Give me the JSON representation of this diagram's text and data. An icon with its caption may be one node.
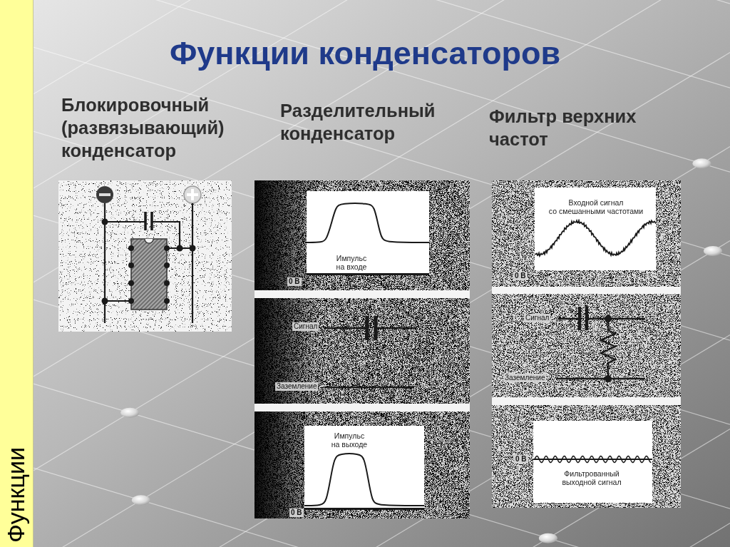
{
  "diagram": {
    "title": "Функции конденсаторов",
    "nodes": [
      {
        "text": [
          "Блокировочный (развязывающий) конденсатор"
        ]
      },
      {
        "text": [
          "Разделительный конденсатор"
        ]
      },
      {
        "text": [
          "Импульс на входе"
        ],
        "in": 1
      },
      {
        "text": [
          "Импульс на выходе"
        ],
        "in": 1
      },
      {
        "text": [
          "Фильтр верхних частот"
        ]
      },
      {
        "text": [
          "Входной сигнал со смешанными частотами"
        ],
        "in": 4
      },
      {
        "text": [
          "Фильтрованный выходной сигнал"
        ],
        "in": 4
      }
    ],
    "labels": [
      "0 В",
      "Сигнал",
      "Заземление",
      "0 В",
      "0 В",
      "Сигнал",
      "Заземление",
      "0 В",
      "Функции"
    ]
  }
}
